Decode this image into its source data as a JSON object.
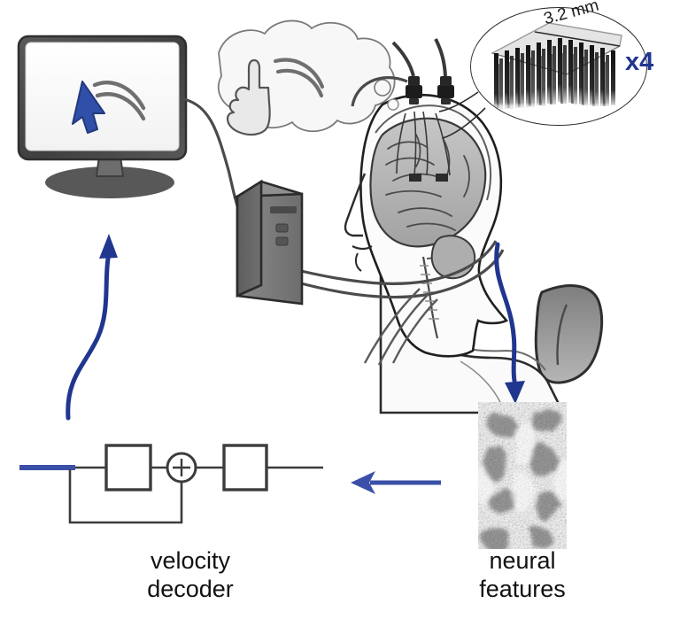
{
  "figure": {
    "title": "Brain-computer interface closed-loop diagram",
    "background": "#ffffff",
    "accent_blue": "#20368f",
    "cursor_blue": "#2f4fa8",
    "outline_gray": "#3c3c3c"
  },
  "monitor": {
    "name": "computer-monitor",
    "screen_fill": "#fdfdfd",
    "bezel": "#4a4a4a",
    "cursor": {
      "name": "cursor-arrow",
      "color": "#2f4fa8",
      "motion_trail_count": 2
    }
  },
  "thought_bubble": {
    "name": "thought-bubble",
    "content": "imagined finger movement",
    "hand_fill": "#e9e9e9",
    "motion_trail_count": 2,
    "tail_bubbles": 2
  },
  "head": {
    "name": "patient-head",
    "brain_fill": "#b9b9b9",
    "skull_fill": "#f4f4f4",
    "pedestal_count": 2,
    "pedestal_label": "percutaneous pedestal connector"
  },
  "electrode_array": {
    "name": "electrode-array-inset",
    "scale_label": "3.2 mm",
    "multiplier_label": "x4",
    "shank_count": 20
  },
  "computer": {
    "name": "computer-tower",
    "body_fill": "#6e6e6e",
    "front_fill": "#7b7b7b",
    "button_count": 2
  },
  "chair": {
    "name": "chair-headrest",
    "fill": "#8c8c8c"
  },
  "neural_features": {
    "name": "neural-features-panel",
    "label": "neural\nfeatures",
    "image_kind": "grayscale-spike-raster"
  },
  "decoder": {
    "name": "velocity-decoder-diagram",
    "label": "velocity\ndecoder",
    "block_count": 2,
    "sum_symbol": "+",
    "input_line_color": "#3a50a8",
    "wire_color": "#3c3c3c",
    "has_feedback_loop": true
  },
  "arrows": {
    "monitor_feedback": {
      "name": "arrow-decoder-to-monitor",
      "shape": "curved-up",
      "color": "#20368f"
    },
    "neural_capture": {
      "name": "arrow-head-to-neural-features",
      "shape": "curved-down",
      "color": "#20368f"
    },
    "decode_step": {
      "name": "arrow-neural-to-decoder",
      "shape": "straight-left",
      "color": "#3a50a8"
    }
  }
}
